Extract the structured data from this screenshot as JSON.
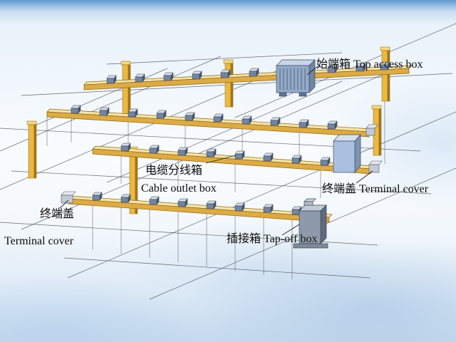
{
  "labels": {
    "top_access_box": "始端箱 Top access box",
    "cable_outlet_box_cn": "电缆分线箱",
    "cable_outlet_box_en": "Cable outlet box",
    "terminal_cover_right": "终端盖 Terminal cover",
    "terminal_cover_left_cn": "终端盖",
    "terminal_cover_left_en": "Terminal cover",
    "tap_off_box": "插接箱 Tap-off box"
  },
  "colors": {
    "column_face": "#ecb93f",
    "column_side": "#a5761b",
    "rail_top": "#f7e3a8",
    "rail_front": "#ddab45",
    "clip_front": "#7186a3",
    "access_box": "#93a9c7",
    "tap_off_box": "#8e9aab",
    "terminal_cap": "#c3cad6",
    "grid_line": "#45484d",
    "label_text": "#0b0b0b",
    "sky_top": "#5f97cc"
  }
}
